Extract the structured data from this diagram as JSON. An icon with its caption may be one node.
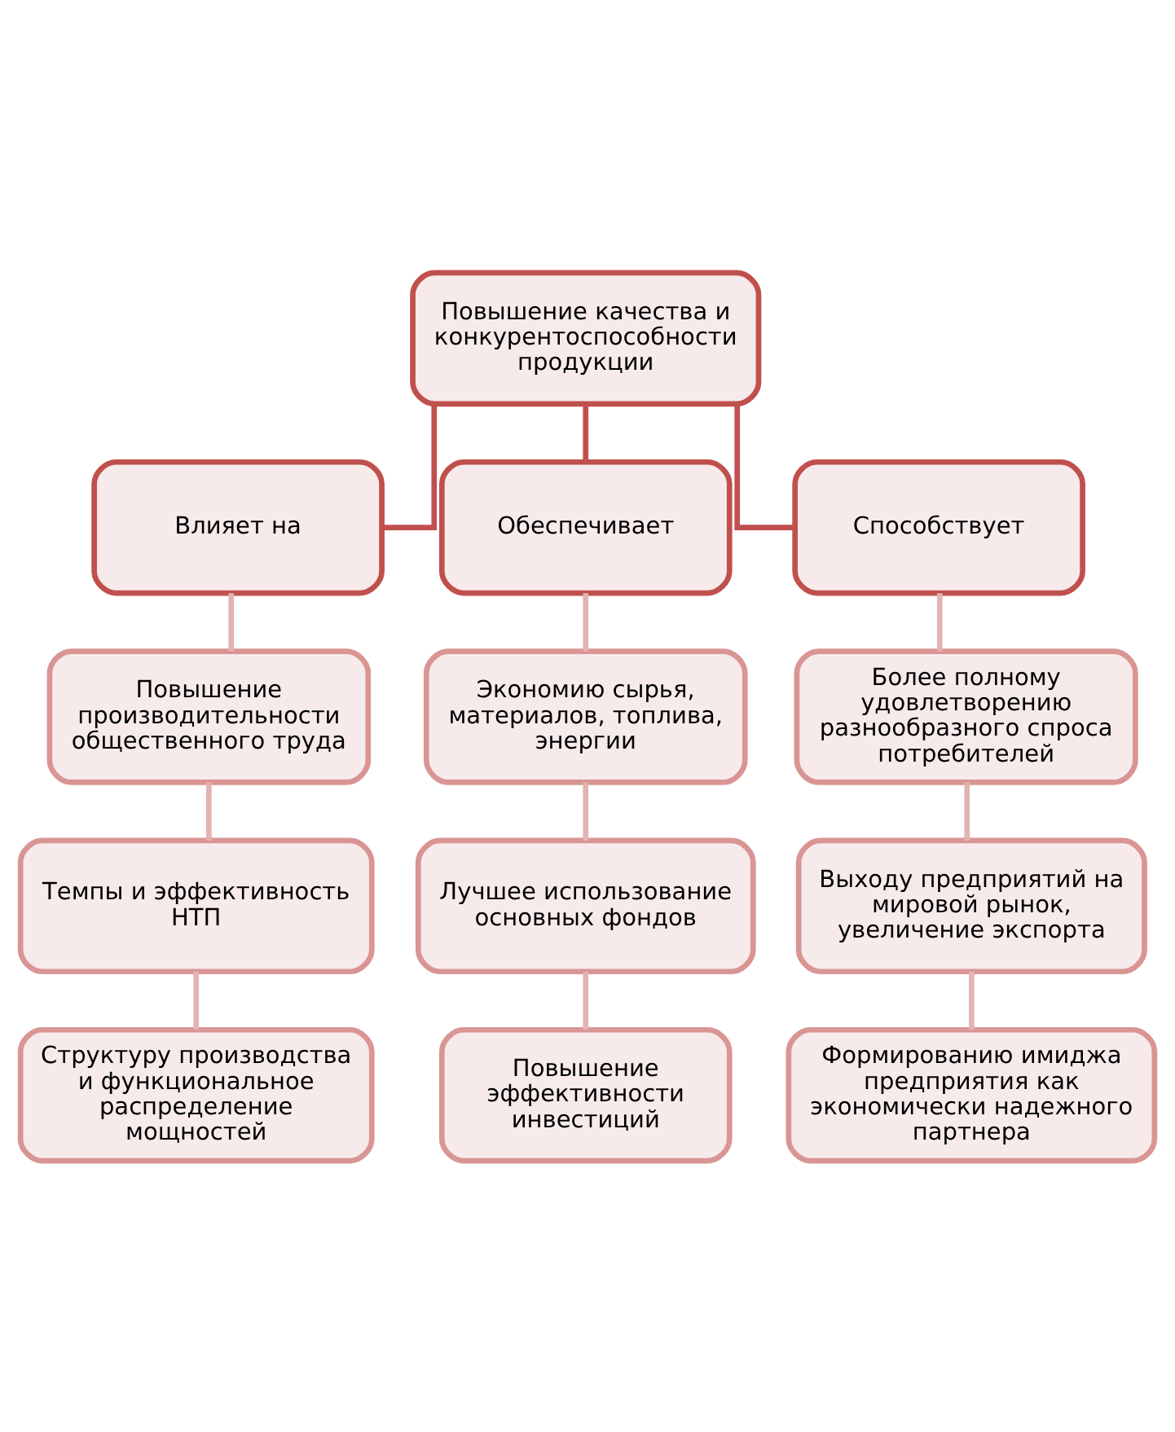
{
  "diagram": {
    "nodes": [
      {
        "text": [
          "Повышение качества и конкурентоспособности продукции"
        ]
      },
      {
        "text": [
          "Влияет на"
        ]
      },
      {
        "text": [
          "Обеспечивает"
        ]
      },
      {
        "text": [
          "Способствует"
        ]
      },
      {
        "text": [
          "Повышение производительности общественного труда"
        ]
      },
      {
        "text": [
          "Темпы и эффективность НТП"
        ]
      },
      {
        "text": [
          "Структуру производства и функциональное распределение мощностей"
        ]
      },
      {
        "text": [
          "Экономию сырья, материалов, топлива, энергии"
        ]
      },
      {
        "text": [
          "Лучшее использование основных фондов"
        ]
      },
      {
        "text": [
          "Повышение эффективности инвестиций"
        ]
      },
      {
        "text": [
          "Более полному удовлетворению разнообразного спроса потребителей"
        ]
      },
      {
        "text": [
          "Выходу предприятий на мировой рынок, увеличение экспорта"
        ]
      },
      {
        "text": [
          "Формированию имиджа предприятия как экономически надежного партнера"
        ]
      }
    ],
    "edges": [
      {
        "from": 0,
        "to": 1,
        "arrow": "none",
        "color": "#c0504d"
      },
      {
        "from": 0,
        "to": 2,
        "arrow": "none",
        "color": "#c0504d"
      },
      {
        "from": 0,
        "to": 3,
        "arrow": "none",
        "color": "#c0504d"
      },
      {
        "from": 1,
        "to": 4,
        "arrow": "none"
      },
      {
        "from": 4,
        "to": 5,
        "arrow": "none"
      },
      {
        "from": 5,
        "to": 6,
        "arrow": "none"
      },
      {
        "from": 2,
        "to": 7,
        "arrow": "none"
      },
      {
        "from": 7,
        "to": 8,
        "arrow": "none"
      },
      {
        "from": 8,
        "to": 9,
        "arrow": "none"
      },
      {
        "from": 3,
        "to": 10,
        "arrow": "none"
      },
      {
        "from": 10,
        "to": 11,
        "arrow": "none"
      },
      {
        "from": 11,
        "to": 12,
        "arrow": "none"
      }
    ]
  }
}
